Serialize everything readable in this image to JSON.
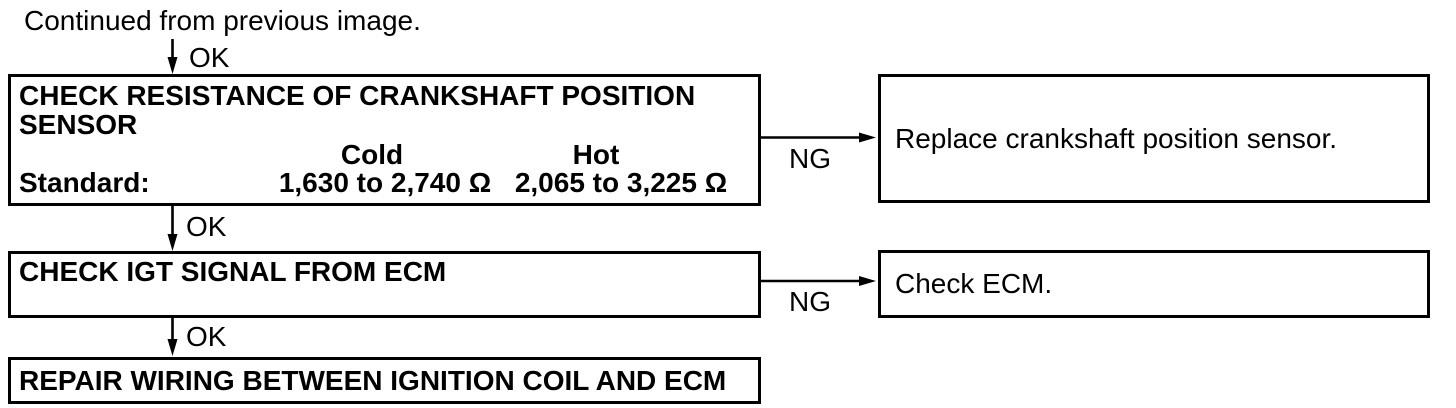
{
  "page": {
    "continued_text": "Continued from previous image."
  },
  "labels": {
    "ok": "OK",
    "ng": "NG"
  },
  "steps": {
    "step1": {
      "title": "CHECK RESISTANCE OF CRANKSHAFT POSITION SENSOR",
      "standard_label": "Standard:",
      "columns": {
        "cold": {
          "header": "Cold",
          "value": "1,630 to 2,740 Ω"
        },
        "hot": {
          "header": "Hot",
          "value": "2,065 to 3,225 Ω"
        }
      },
      "ng_action": "Replace crankshaft position sensor."
    },
    "step2": {
      "title": "CHECK IGT SIGNAL FROM ECM",
      "ng_action": "Check ECM."
    },
    "step3": {
      "title": "REPAIR WIRING BETWEEN IGNITION COIL AND ECM"
    }
  },
  "colors": {
    "ink": "#000000",
    "background": "#ffffff"
  }
}
